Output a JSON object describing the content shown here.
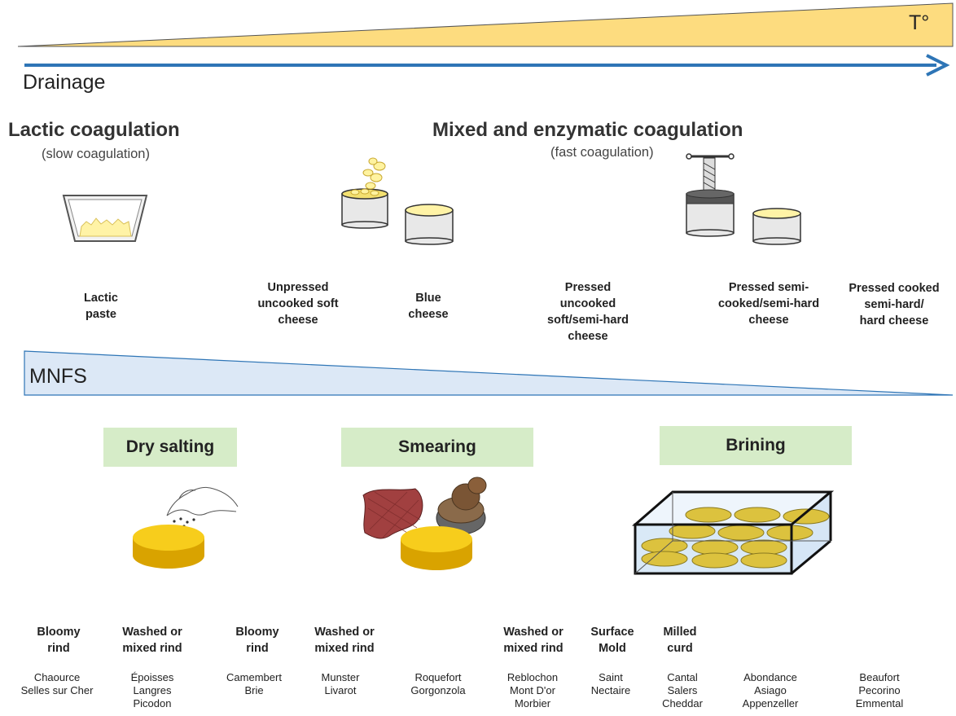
{
  "header": {
    "temperature_label": "T°",
    "drainage_label": "Drainage"
  },
  "coagulation": {
    "lactic": {
      "title": "Lactic coagulation",
      "subtitle": "(slow coagulation)"
    },
    "mixed": {
      "title": "Mixed and enzymatic coagulation",
      "subtitle": "(fast coagulation)"
    }
  },
  "cheese_types": [
    "Lactic\npaste",
    "Unpressed\nuncooked soft\ncheese",
    "Blue\ncheese",
    "Pressed\nuncooked\nsoft/semi-hard\ncheese",
    "Pressed semi-\ncooked/semi-hard\ncheese",
    "Pressed cooked\nsemi-hard/\nhard cheese"
  ],
  "mnfs_label": "MNFS",
  "salting_methods": [
    "Dry salting",
    "Smearing",
    "Brining"
  ],
  "rind_types": [
    "Bloomy\nrind",
    "Washed or\nmixed rind",
    "Bloomy\nrind",
    "Washed or\nmixed rind",
    "Washed or\nmixed  rind",
    "Surface\nMold",
    "Milled\ncurd"
  ],
  "examples": [
    "Chaource\nSelles sur Cher",
    "Époisses\nLangres\nPicodon",
    "Camembert\nBrie",
    "Munster\nLivarot",
    "Roquefort\nGorgonzola",
    "Reblochon\nMont D'or\nMorbier",
    "Saint\nNectaire",
    "Cantal\nSalers\nCheddar",
    "Abondance\nAsiago\nAppenzeller",
    "Beaufort\nPecorino\nEmmental"
  ],
  "colors": {
    "temperature_wedge": "#fddc7f",
    "drainage_arrow": "#2e75b6",
    "mnfs_wedge": "#dce8f6",
    "salting_box": "#d6ecc8",
    "cheese": "#f5c518"
  },
  "icons": [
    "lactic-curd-bowl-icon",
    "curd-mold-icon",
    "cheese-wheel-icon",
    "cheese-press-icon",
    "salting-hand-icon",
    "smearing-brush-icon",
    "brine-tank-icon"
  ]
}
